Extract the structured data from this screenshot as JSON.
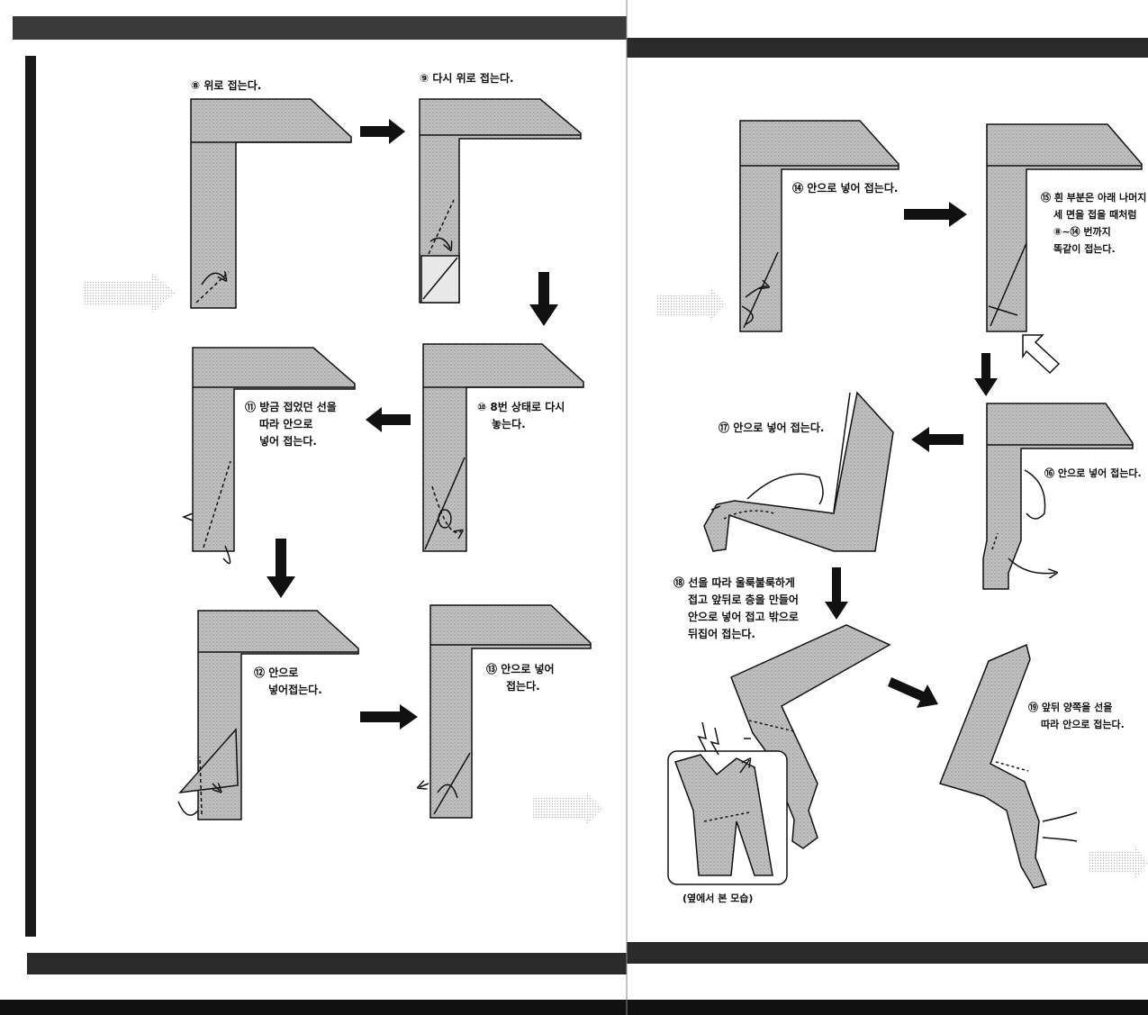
{
  "steps": {
    "s8": {
      "num": "⑧",
      "lines": [
        "위로 접는다."
      ]
    },
    "s9": {
      "num": "⑨",
      "lines": [
        "다시 위로 접는다."
      ]
    },
    "s10": {
      "num": "⑩",
      "lines": [
        "8번 상태로 다시",
        "놓는다."
      ]
    },
    "s11": {
      "num": "⑪",
      "lines": [
        "방금 접었던 선을",
        "따라 안으로",
        "넣어 접는다."
      ]
    },
    "s12": {
      "num": "⑫",
      "lines": [
        "안으로",
        "넣어접는다."
      ]
    },
    "s13": {
      "num": "⑬",
      "lines": [
        "안으로 넣어",
        "접는다."
      ]
    },
    "s14": {
      "num": "⑭",
      "lines": [
        "안으로 넣어 접는다."
      ]
    },
    "s15": {
      "num": "⑮",
      "lines": [
        "흰 부분은 아래 나머지",
        "세 면을 접을 때처럼",
        "⑧∼⑭ 번까지",
        "똑같이 접는다."
      ]
    },
    "s16": {
      "num": "⑯",
      "lines": [
        "안으로 넣어 접는다."
      ]
    },
    "s17": {
      "num": "⑰",
      "lines": [
        "안으로 넣어 접는다."
      ]
    },
    "s18": {
      "num": "⑱",
      "lines": [
        "선을 따라 울룩불룩하게",
        "접고 앞뒤로 층을 만들어",
        "안으로 넣어 접고 밖으로",
        "뒤집어 접는다."
      ]
    },
    "s19": {
      "num": "⑲",
      "lines": [
        "앞뒤 양쪽을 선을",
        "따라 안으로 접는다."
      ]
    },
    "side_view": {
      "lines": [
        "(옆에서 본 모습)"
      ]
    }
  },
  "colors": {
    "paper": "#bdbdbd",
    "ink": "#111111",
    "band": "#2a2a2a",
    "page": "#ffffff"
  }
}
